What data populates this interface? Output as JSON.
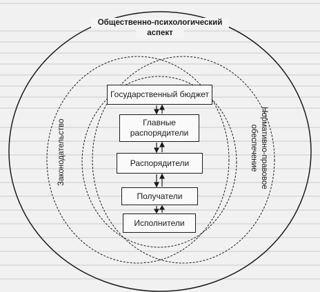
{
  "diagram": {
    "title_line_1": "Общественно-психологический",
    "title_line_2": "аспект",
    "left_label": "Законодательство",
    "right_label_line_1": "Нормативно-правовое",
    "right_label_line_2": "обеспечение",
    "boxes": {
      "budget": "Государственный бюджет",
      "main_line_1": "Главные",
      "main_line_2": "распорядители",
      "distributors": "Распорядители",
      "recipients": "Получатели",
      "executors": "Исполнители"
    }
  },
  "colors": {
    "background": "#f1f1f1",
    "stroke": "#1a1a1a"
  }
}
